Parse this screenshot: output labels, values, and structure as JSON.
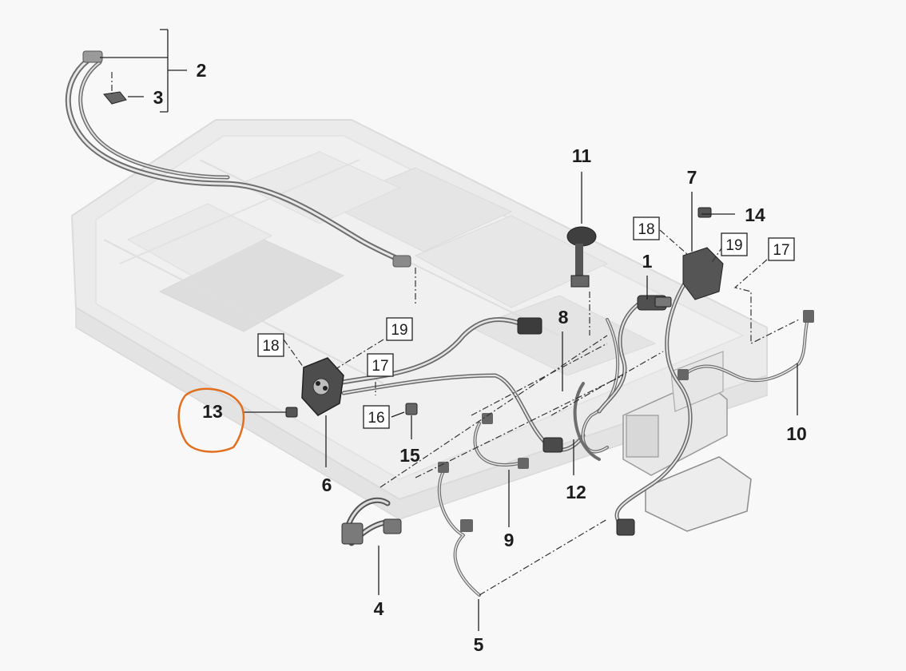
{
  "callouts": {
    "c1": "1",
    "c2": "2",
    "c3": "3",
    "c4": "4",
    "c5": "5",
    "c6": "6",
    "c7": "7",
    "c8": "8",
    "c9": "9",
    "c10": "10",
    "c11": "11",
    "c12": "12",
    "c13": "13",
    "c14": "14",
    "c15": "15"
  },
  "boxed_callouts": {
    "b18a": "18",
    "b19a": "19",
    "b17a": "17",
    "b16": "16",
    "b18b": "18",
    "b19b": "19",
    "b17b": "17"
  },
  "colors": {
    "highlight": "#e07020",
    "text": "#1c1c1c",
    "battery": "#dcdcdc",
    "cable": "#7a7a7a"
  },
  "highlighted_callout": "13"
}
